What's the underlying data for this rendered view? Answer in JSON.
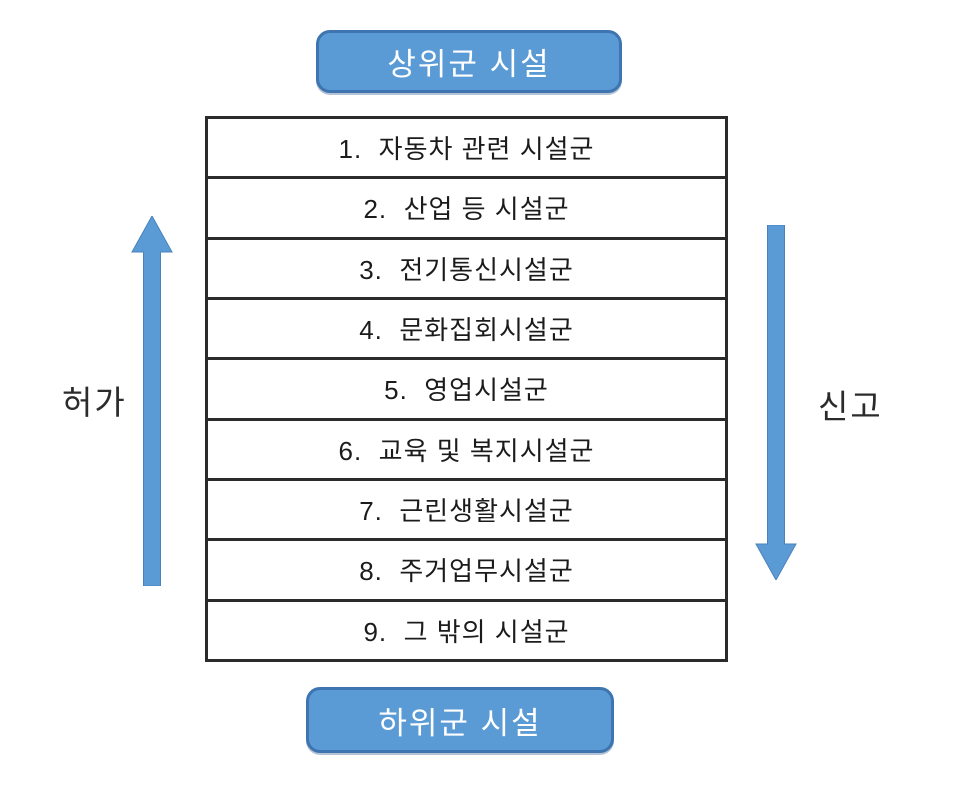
{
  "diagram": {
    "top_box_label": "상위군 시설",
    "bottom_box_label": "하위군 시설",
    "left_label": "허가",
    "right_label": "신고",
    "left_arrow_direction": "up",
    "right_arrow_direction": "down",
    "facility_groups": [
      "1.  자동차 관련 시설군",
      "2.  산업 등 시설군",
      "3.  전기통신시설군",
      "4.  문화집회시설군",
      "5.  영업시설군",
      "6.  교육 및 복지시설군",
      "7.  근린생활시설군",
      "8.  주거업무시설군",
      "9.  그 밖의 시설군"
    ],
    "colors": {
      "accent_blue": "#5b9bd5",
      "accent_border": "#3e75b0",
      "table_border": "#2b2b2b",
      "text": "#1b1b1b",
      "box_text": "#ffffff",
      "background": "#ffffff"
    }
  }
}
